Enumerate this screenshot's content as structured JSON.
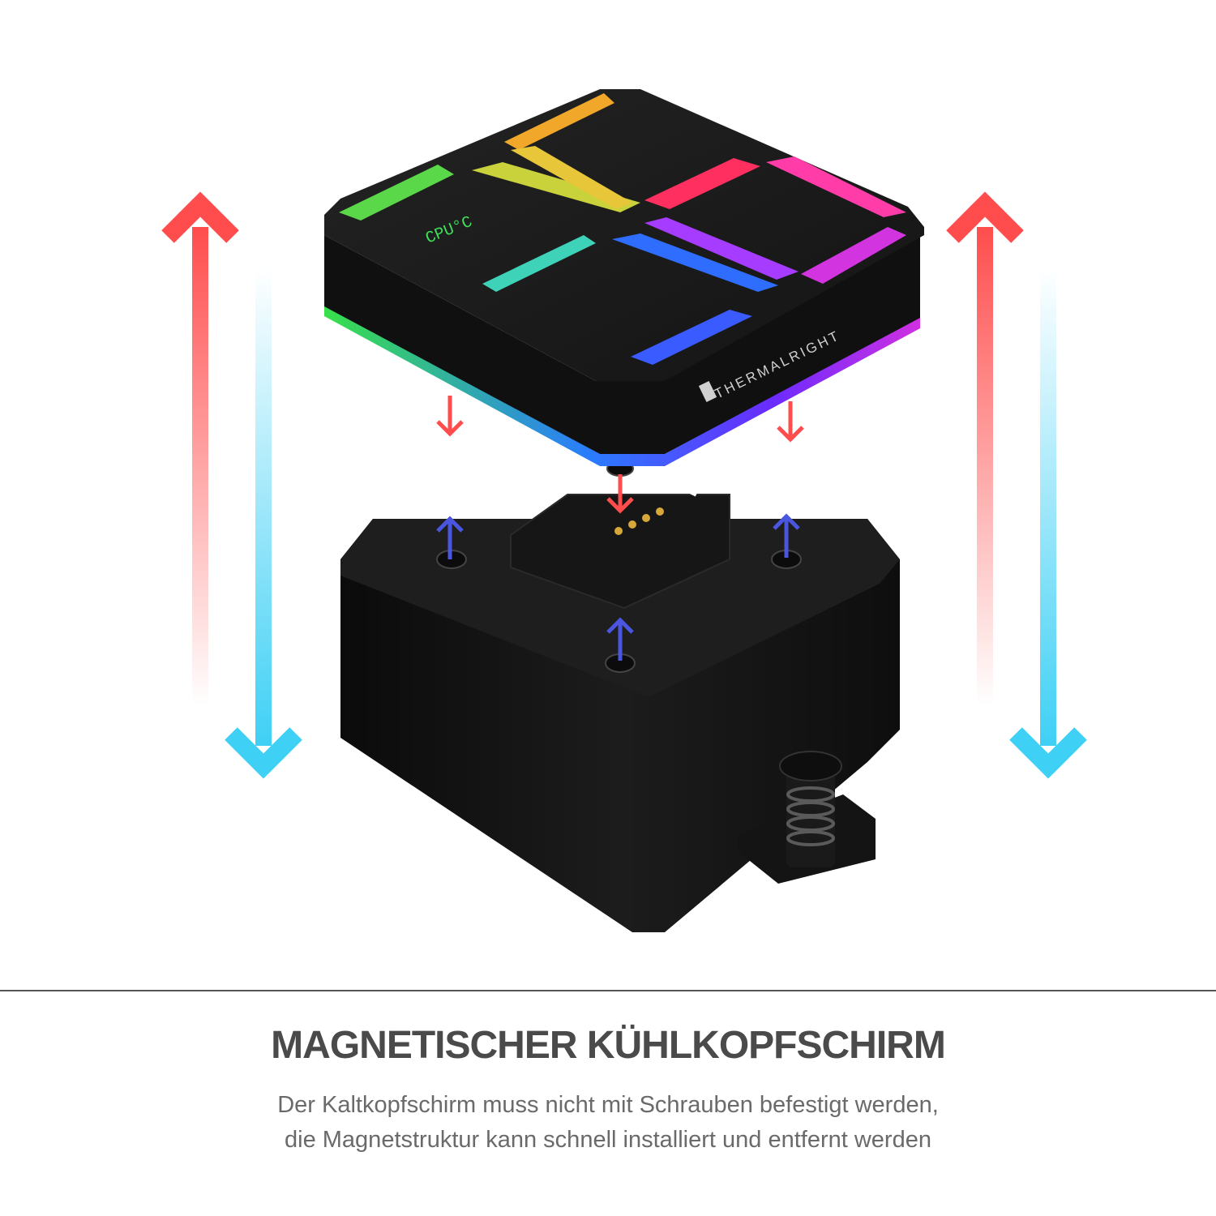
{
  "product": {
    "display_label": "CPU°C",
    "brand": "THERMALRIGHT"
  },
  "caption": {
    "title": "MAGNETISCHER KÜHLKOPFSCHIRM",
    "line1": "Der Kaltkopfschirm muss nicht mit Schrauben befestigt werden,",
    "line2": "die Magnetstruktur kann schnell installiert und entfernt werden"
  },
  "icons": {
    "hot": "up-arrow-red",
    "cold": "down-arrow-cyan",
    "magnet": "red-arrow-down",
    "attach": "blue-arrow-up"
  },
  "colors": {
    "hot": "#ff4d4d",
    "cold": "#3fd0f5",
    "attach": "#4a55e0",
    "text": "#4a4a4a"
  }
}
